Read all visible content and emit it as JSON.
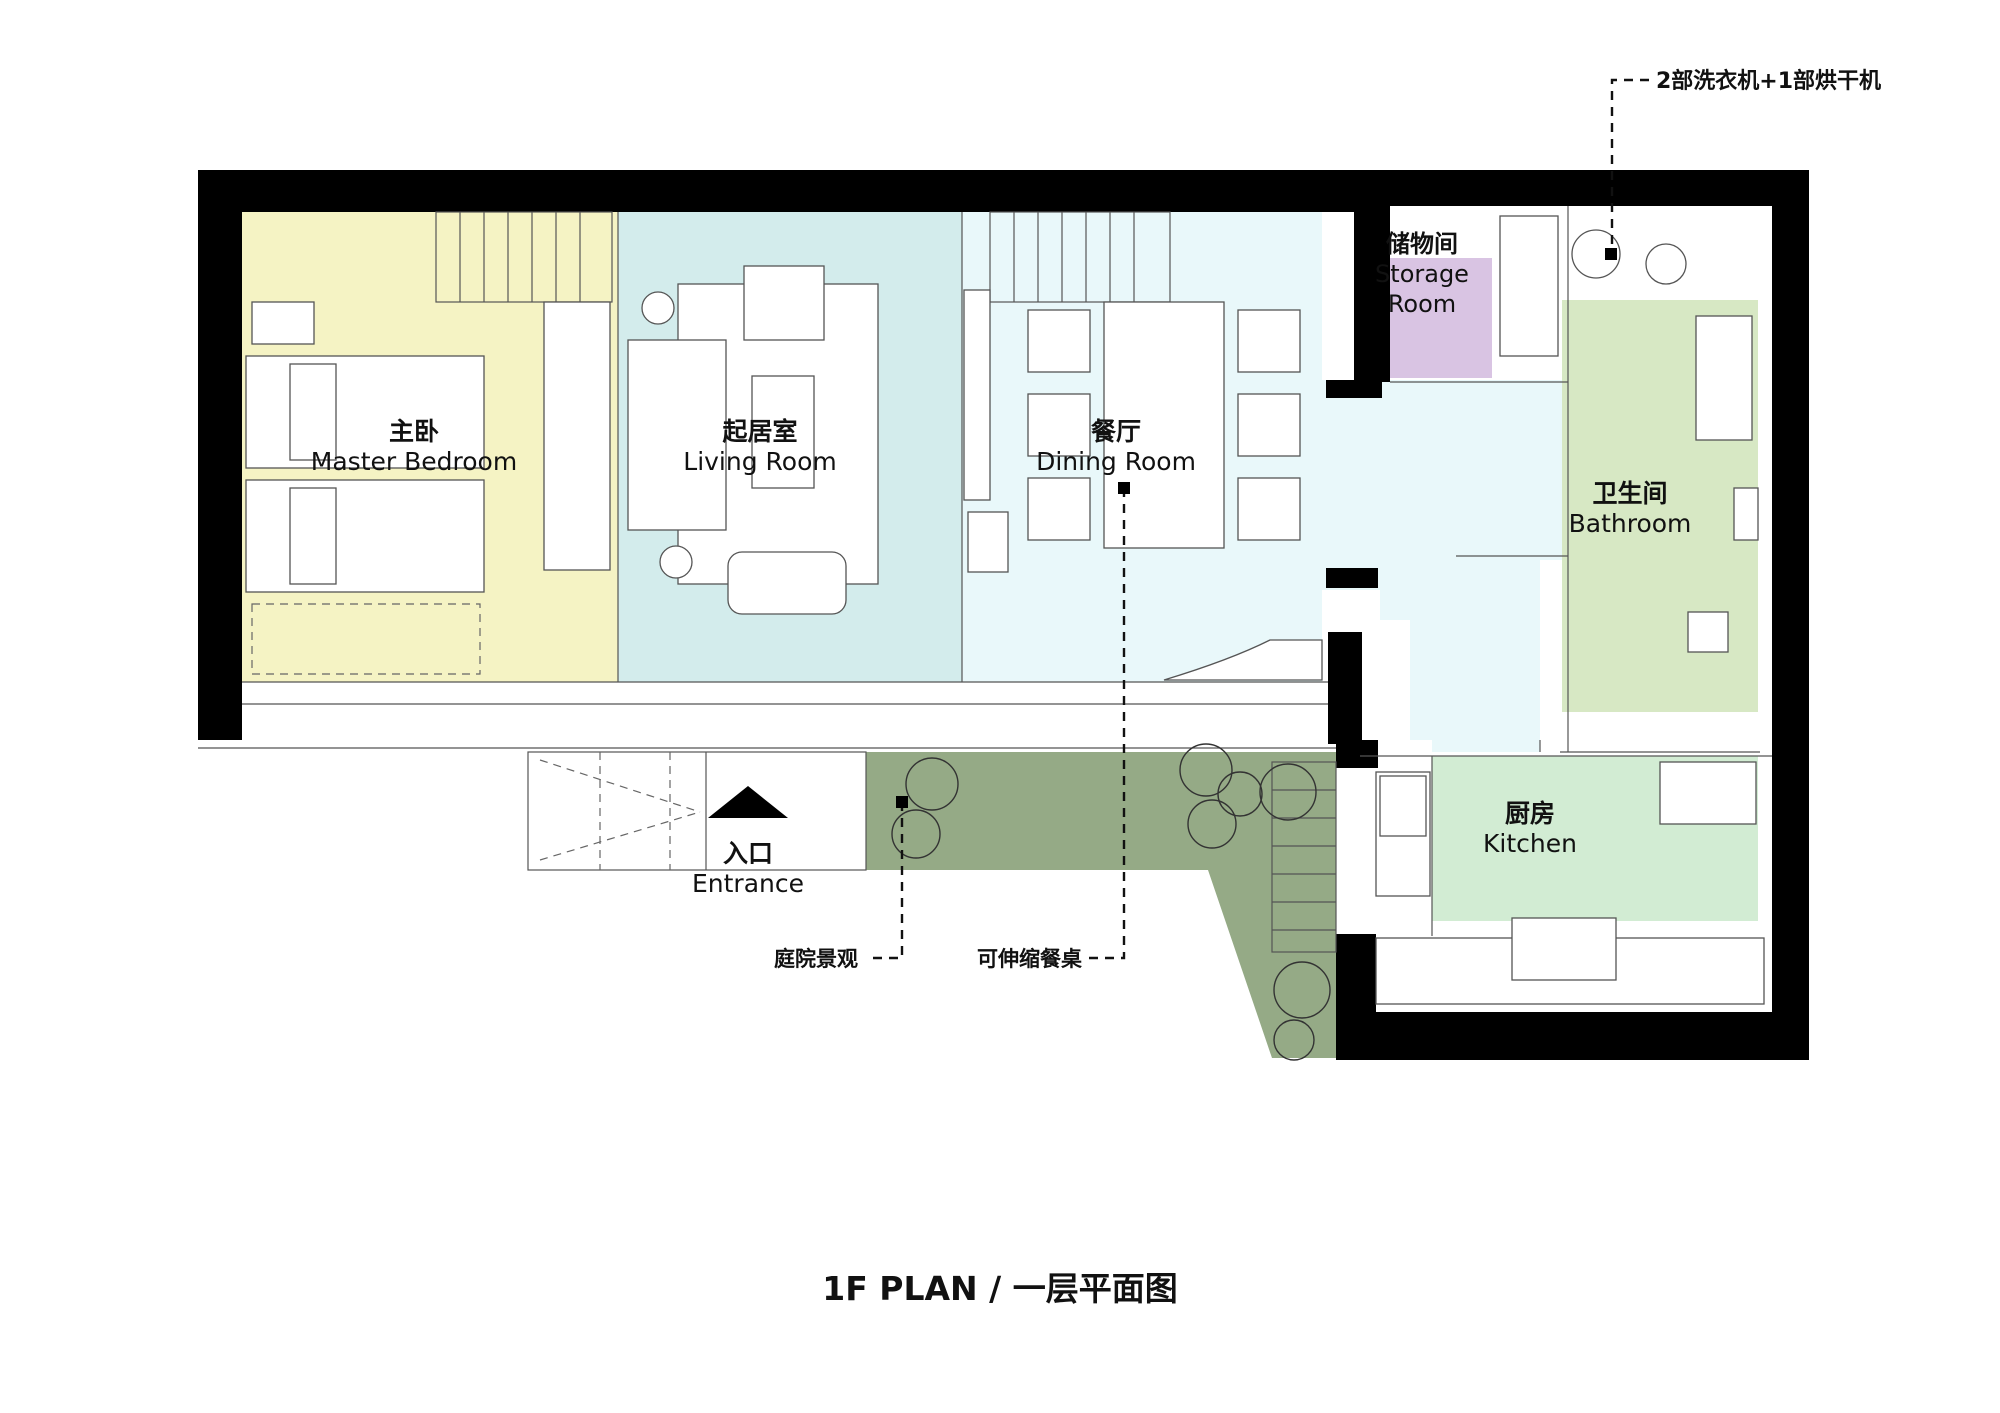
{
  "title": "1F PLAN / 一层平面图",
  "rooms": {
    "master_bedroom": {
      "cn": "主卧",
      "en": "Master Bedroom"
    },
    "living_room": {
      "cn": "起居室",
      "en": "Living Room"
    },
    "dining_room": {
      "cn": "餐厅",
      "en": "Dining Room"
    },
    "storage_room": {
      "cn": "储物间",
      "en_line1": "Storage",
      "en_line2": "Room"
    },
    "bathroom": {
      "cn": "卫生间",
      "en": "Bathroom"
    },
    "kitchen": {
      "cn": "厨房",
      "en": "Kitchen"
    },
    "entrance": {
      "cn": "入口",
      "en": "Entrance"
    }
  },
  "annotations": {
    "laundry": "2部洗衣机+1部烘干机",
    "garden": "庭院景观",
    "table": "可伸缩餐桌"
  },
  "colors": {
    "master_bedroom": "#f5f3c4",
    "living_room": "#d3ecec",
    "dining_room": "#e9f8fa",
    "corridor": "#e9f8fa",
    "storage_room": "#d9c4e3",
    "bathroom": "#d7e8c4",
    "kitchen": "#d2ecd3",
    "garden": "#95aa86",
    "walls": "#000000"
  }
}
